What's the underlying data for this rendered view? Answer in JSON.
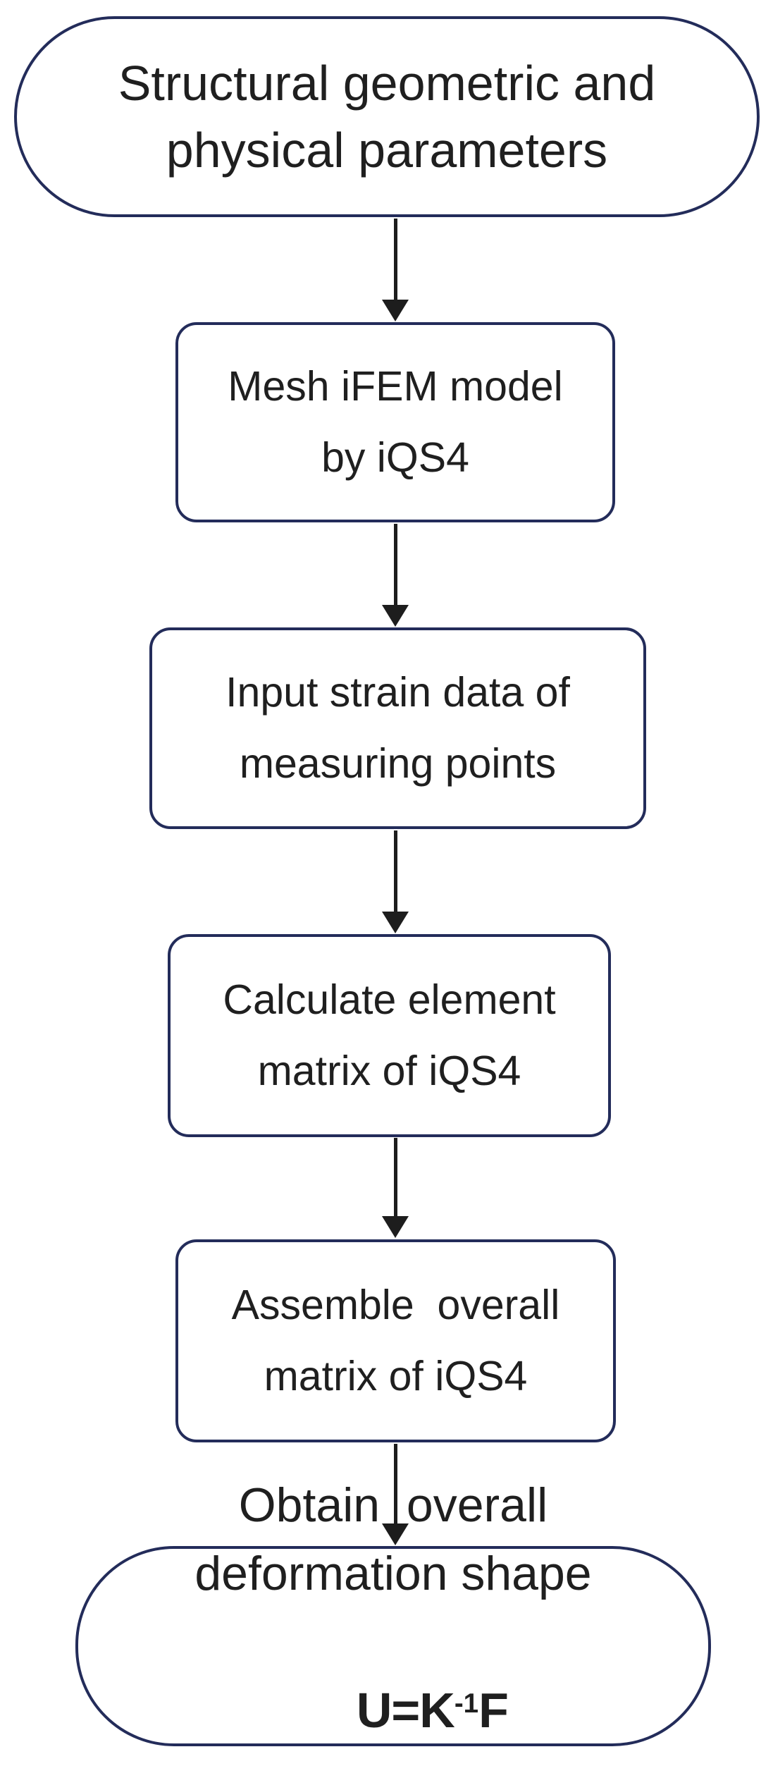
{
  "flowchart": {
    "background_color": "#ffffff",
    "border_color": "#232c5a",
    "text_color": "#1f1f1f",
    "arrow_color": "#1d1d1d",
    "nodes": [
      {
        "id": "start",
        "shape": "stadium",
        "lines": [
          "Structural geometric and",
          "physical parameters"
        ]
      },
      {
        "id": "mesh",
        "shape": "rounded-rect",
        "lines": [
          "Mesh iFEM model",
          "by iQS4"
        ]
      },
      {
        "id": "input",
        "shape": "rounded-rect",
        "lines": [
          "Input strain data of",
          "measuring points"
        ]
      },
      {
        "id": "calculate",
        "shape": "rounded-rect",
        "lines": [
          "Calculate element",
          "matrix of iQS4"
        ]
      },
      {
        "id": "assemble",
        "shape": "rounded-rect",
        "lines": [
          "Assemble  overall",
          "matrix of iQS4"
        ]
      },
      {
        "id": "end",
        "shape": "stadium",
        "lines": [
          "Obtain  overall",
          "deformation shape"
        ],
        "formula": {
          "prefix": "U=K",
          "sup": "-1",
          "suffix": "F"
        }
      }
    ]
  }
}
